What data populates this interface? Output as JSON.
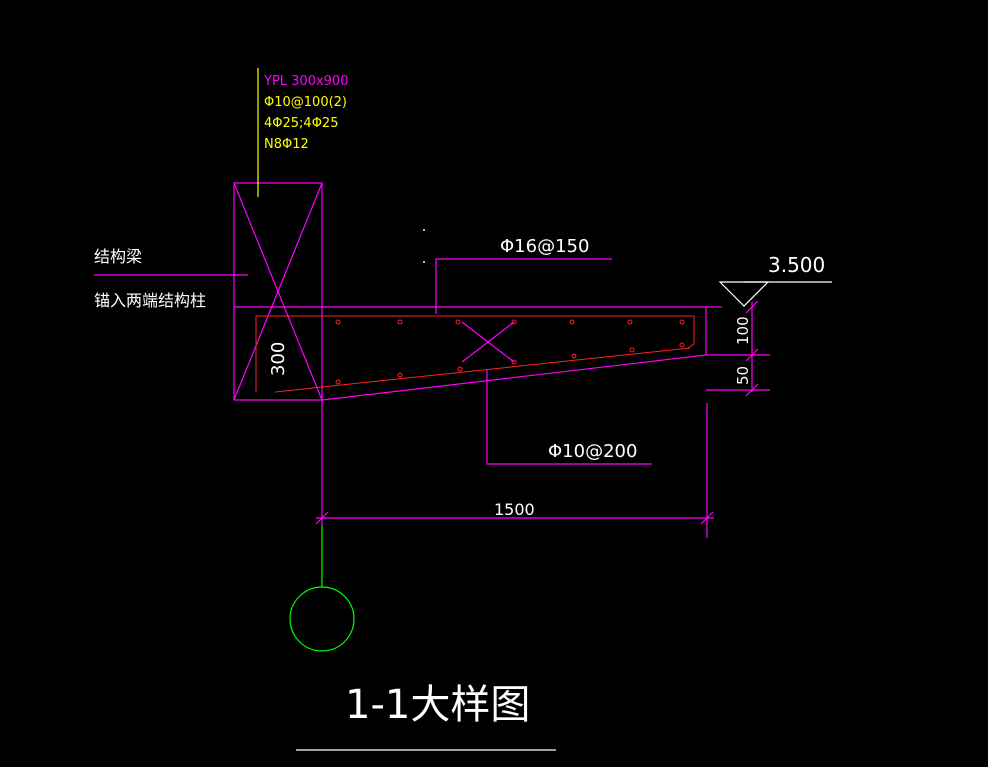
{
  "beam_note": {
    "line1": "YPL 300x900",
    "line2": "Φ10@100(2)",
    "line3": "4Φ25;4Φ25",
    "line4": "N8Φ12"
  },
  "structure_note": {
    "line1": "结构梁",
    "line2": "锚入两端结构柱"
  },
  "top_rebar_label": "Φ16@150",
  "bottom_rebar_label": "Φ10@200",
  "elevation_label": "3.500",
  "dimensions": {
    "thickness_edge": "100",
    "thickness_step": "50",
    "column_height": "300",
    "span": "1500"
  },
  "drawing_title": "1-1大样图",
  "colors": {
    "background": "#000000",
    "magenta": "#ff00ff",
    "yellow": "#ffff00",
    "white": "#ffffff",
    "red": "#ff2020",
    "green": "#00ff00"
  }
}
